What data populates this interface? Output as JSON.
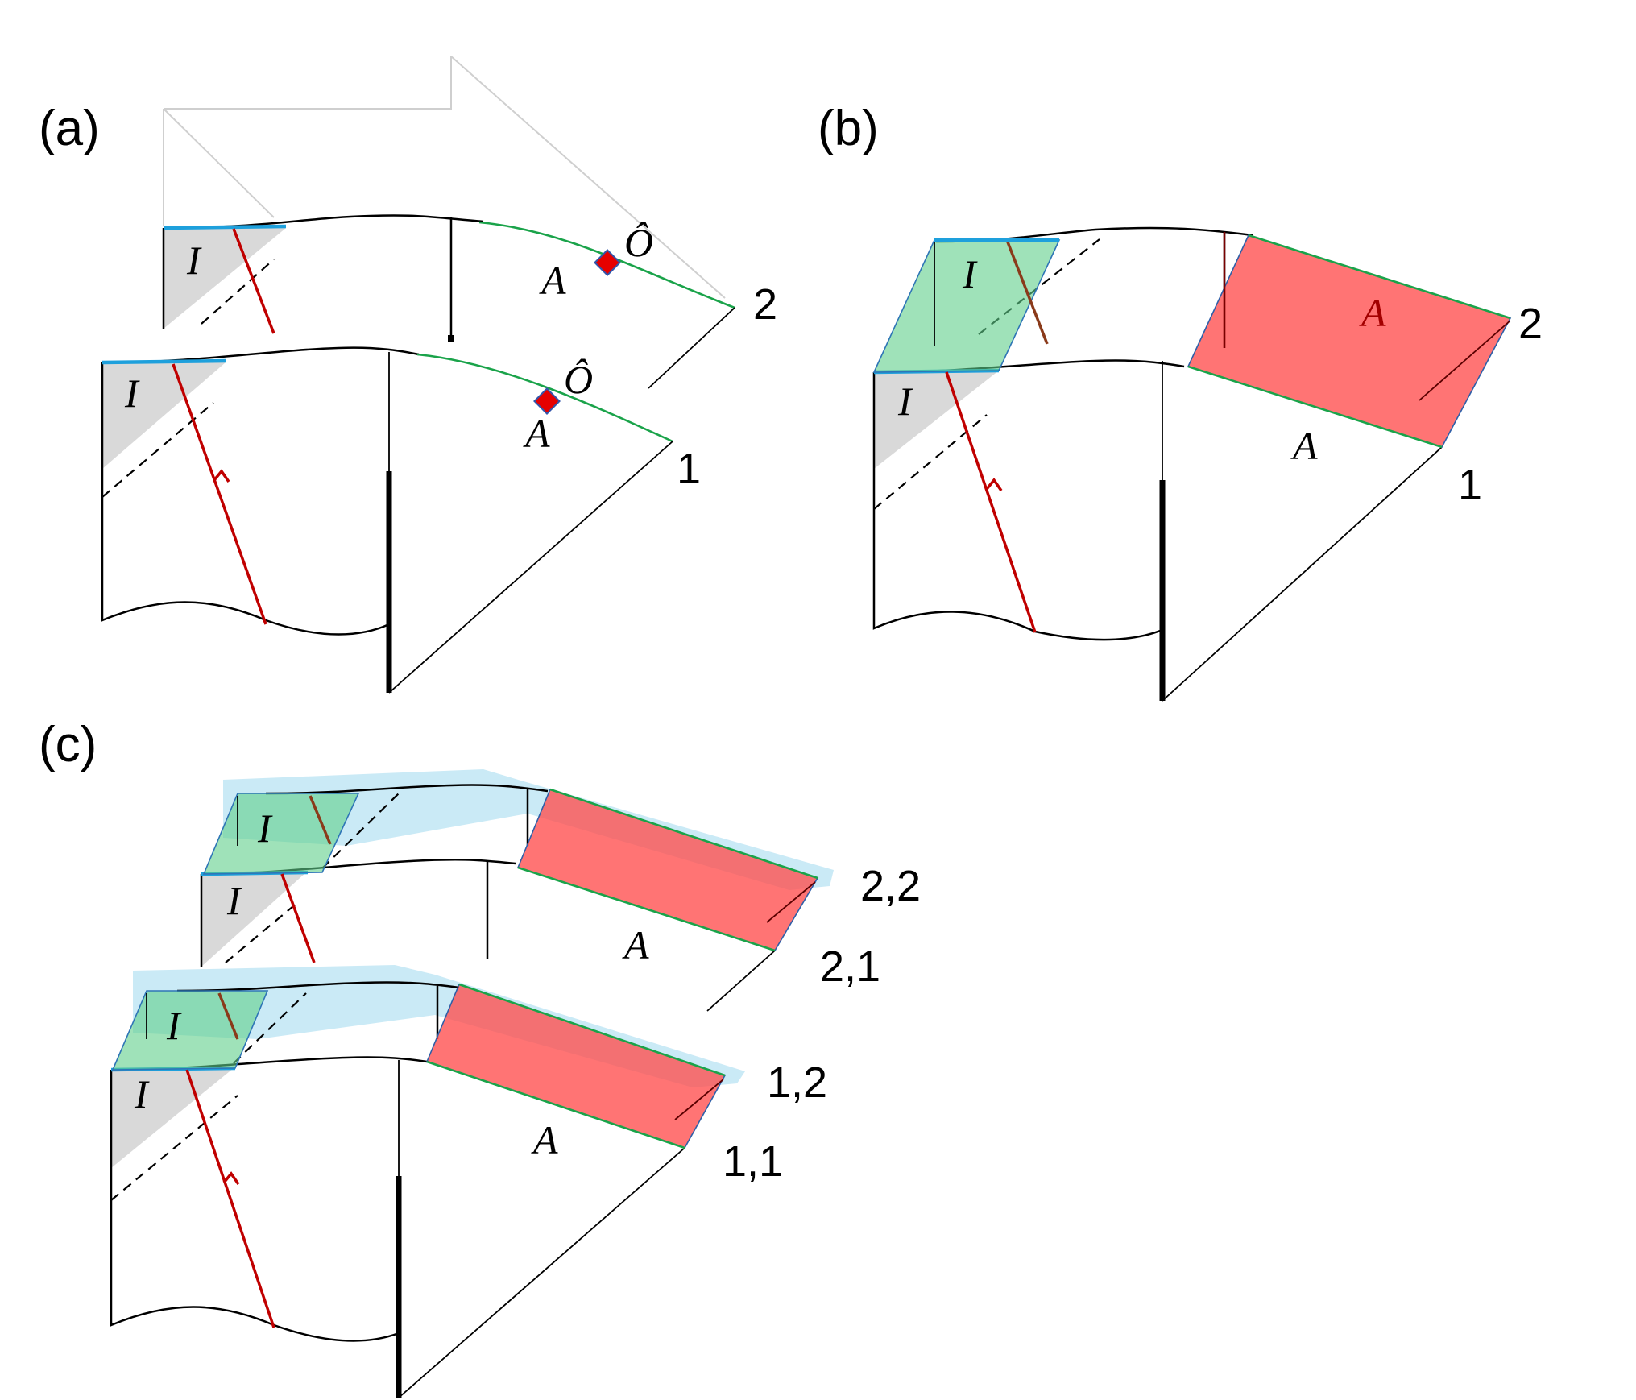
{
  "panels": {
    "a": {
      "label": "(a)",
      "sheet_labels": [
        "2",
        "1"
      ],
      "region_I": "I",
      "region_A": "A",
      "operator": "Ô"
    },
    "b": {
      "label": "(b)",
      "sheet_labels": [
        "2",
        "1"
      ],
      "region_I": "I",
      "region_A": "A"
    },
    "c": {
      "label": "(c)",
      "sheet_labels": [
        "2,2",
        "2,1",
        "1,2",
        "1,1"
      ],
      "region_I": "I",
      "region_A": "A"
    }
  },
  "colors": {
    "island_fill": "#d9d9d9",
    "island_boundary": "#1ea0dc",
    "region_A_boundary": "#1aa34a",
    "worldline": "#c00000",
    "green_slab": "#5fcf8a",
    "red_slab": "#ff4d4d",
    "cyan_band": "#9ed9ef",
    "operator_marker": "#e60000"
  }
}
